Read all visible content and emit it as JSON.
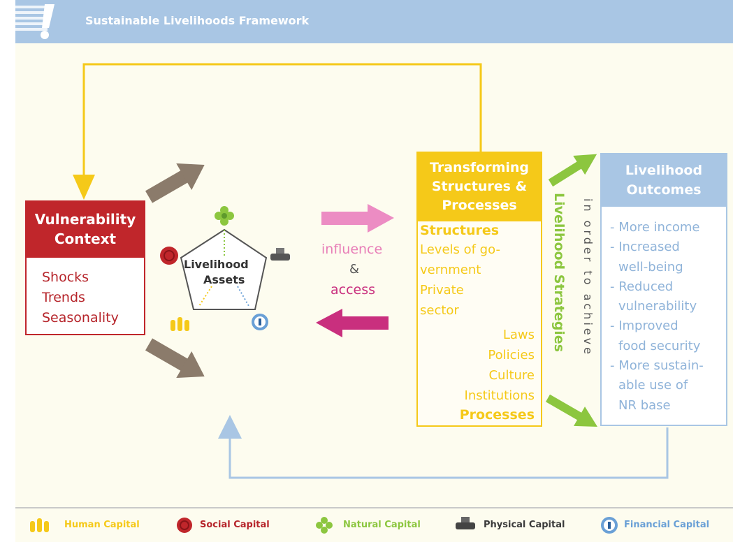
{
  "header": {
    "title": "Sustainable Livelihoods Framework"
  },
  "vulnerability": {
    "title": "Vulnerability Context",
    "items": [
      "Shocks",
      "Trends",
      "Seasonality"
    ]
  },
  "assets": {
    "label_line1": "Livelihood",
    "label_line2": "Assets"
  },
  "influence": {
    "line1": "influence",
    "line2": "&",
    "line3": "access"
  },
  "transforming": {
    "title_lines": [
      "Transforming",
      "Structures &",
      "Processes"
    ],
    "structures_label": "Structures",
    "structures_items": [
      "Levels of go-",
      "vernment",
      "Private",
      "sector"
    ],
    "process_items": [
      "Laws",
      "Policies",
      "Culture",
      "Institutions"
    ],
    "processes_label": "Processes"
  },
  "strategies": {
    "label": "Livelihood Strategies",
    "in_order": "in order to achieve"
  },
  "outcomes": {
    "title_lines": [
      "Livelihood",
      "Outcomes"
    ],
    "items": [
      "- More income",
      "- Increased",
      "  well-being",
      "- Reduced",
      "  vulnerability",
      "- Improved",
      "  food security",
      "- More sustain-",
      "  able use of",
      "  NR base"
    ]
  },
  "legend": [
    {
      "label": "Human Capital",
      "color": "#f5c919",
      "icon": "human-capital-icon"
    },
    {
      "label": "Social Capital",
      "color": "#b6252b",
      "icon": "social-capital-icon"
    },
    {
      "label": "Natural Capital",
      "color": "#8cc63f",
      "icon": "natural-capital-icon"
    },
    {
      "label": "Physical Capital",
      "color": "#3a3a3a",
      "icon": "physical-capital-icon"
    },
    {
      "label": "Financial Capital",
      "color": "#6aa0d6",
      "icon": "financial-capital-icon"
    }
  ],
  "colors": {
    "vulnerability": "#c0262b",
    "transforming": "#f5c919",
    "outcomes": "#a9c6e4",
    "strategies": "#8cc63f",
    "influence": "#e87fb8"
  }
}
